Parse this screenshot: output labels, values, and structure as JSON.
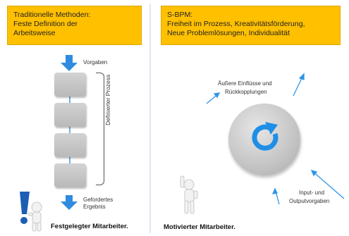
{
  "left": {
    "header_lines": [
      "Traditionelle Methoden:",
      "Feste Definition der",
      "Arbeitsweise"
    ],
    "vorgaben_label": "Vorgaben",
    "prozess_label": "Definierter Prozess",
    "ergebnis_lines": [
      "Gefordertes",
      "Ergebnis"
    ],
    "footer": "Festgelegter Mitarbeiter."
  },
  "right": {
    "header_lines": [
      "S-BPM:",
      "Freiheit im Prozess, Kreativitätsförderung,",
      "Neue Problemlösungen, Individualität"
    ],
    "einfluesse_lines": [
      "Äußere Einflüsse und",
      "Rückkopplungen"
    ],
    "input_lines": [
      "Input- und",
      "Outputvorgaben"
    ],
    "footer": "Motivierter Mitarbeiter."
  },
  "colors": {
    "header_bg": "#ffc000",
    "arrow_blue": "#2f8be0",
    "cycle_blue": "#1f8fe6",
    "box_gray": "#c4c4c4",
    "figure_white": "#f2f2f2",
    "exclamation_blue": "#1a5fb4"
  },
  "icons": {
    "down_arrow": "down-arrow-icon",
    "cycle": "cycle-arrow-icon",
    "figure": "stick-figure-icon",
    "exclamation": "exclamation-icon"
  }
}
